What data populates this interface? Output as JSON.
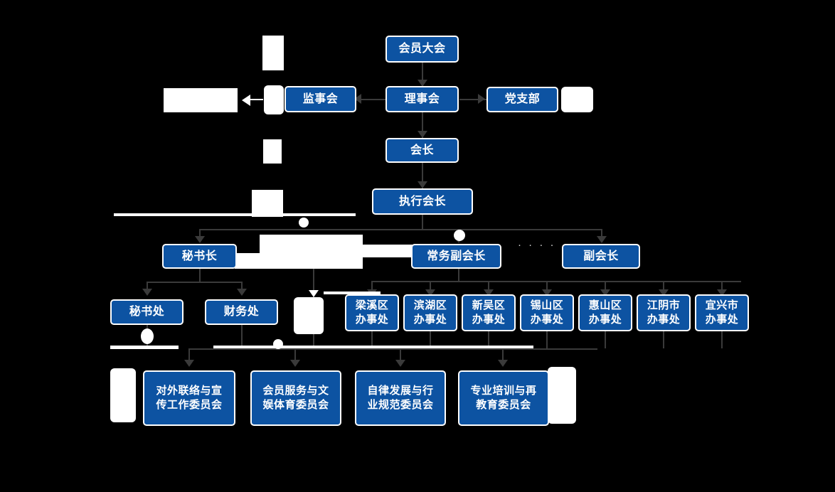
{
  "diagram": {
    "type": "org-chart",
    "title": "",
    "accent_color": "#0d53a2",
    "node_text_color": "#ffffff",
    "connector_color": "#3a3a3a",
    "background_color": "#000000",
    "levels": [
      {
        "level": 1,
        "nodes": [
          {
            "id": "n1",
            "label": "会员大会"
          }
        ]
      },
      {
        "level": 2,
        "nodes": [
          {
            "id": "n2",
            "label": "监事会"
          },
          {
            "id": "n3",
            "label": "理事会"
          },
          {
            "id": "n4",
            "label": "党支部"
          }
        ]
      },
      {
        "level": 3,
        "nodes": [
          {
            "id": "n5",
            "label": "会长"
          }
        ]
      },
      {
        "level": 4,
        "nodes": [
          {
            "id": "n6",
            "label": "执行会长"
          }
        ]
      },
      {
        "level": 5,
        "nodes": [
          {
            "id": "n7",
            "label": "秘书长"
          },
          {
            "id": "n8",
            "label": "常务副会长"
          },
          {
            "id": "n9",
            "label": "副会长"
          }
        ]
      },
      {
        "level": 6,
        "nodes": [
          {
            "id": "n10",
            "label": "秘书处"
          },
          {
            "id": "n11",
            "label": "财务处"
          },
          {
            "id": "n12",
            "label": "梁溪区\n办事处"
          },
          {
            "id": "n13",
            "label": "滨湖区\n办事处"
          },
          {
            "id": "n14",
            "label": "新吴区\n办事处"
          },
          {
            "id": "n15",
            "label": "锡山区\n办事处"
          },
          {
            "id": "n16",
            "label": "惠山区\n办事处"
          },
          {
            "id": "n17",
            "label": "江阴市\n办事处"
          },
          {
            "id": "n18",
            "label": "宜兴市\n办事处"
          }
        ]
      },
      {
        "level": 7,
        "nodes": [
          {
            "id": "n19",
            "label": "对外联络与宣\n传工作委员会"
          },
          {
            "id": "n20",
            "label": "会员服务与文\n娱体育委员会"
          },
          {
            "id": "n21",
            "label": "自律发展与行\n业规范委员会"
          },
          {
            "id": "n22",
            "label": "专业培训与再\n教育委员会"
          }
        ]
      }
    ],
    "ellipsis": "· · · ·",
    "blank_placeholders": 12
  }
}
